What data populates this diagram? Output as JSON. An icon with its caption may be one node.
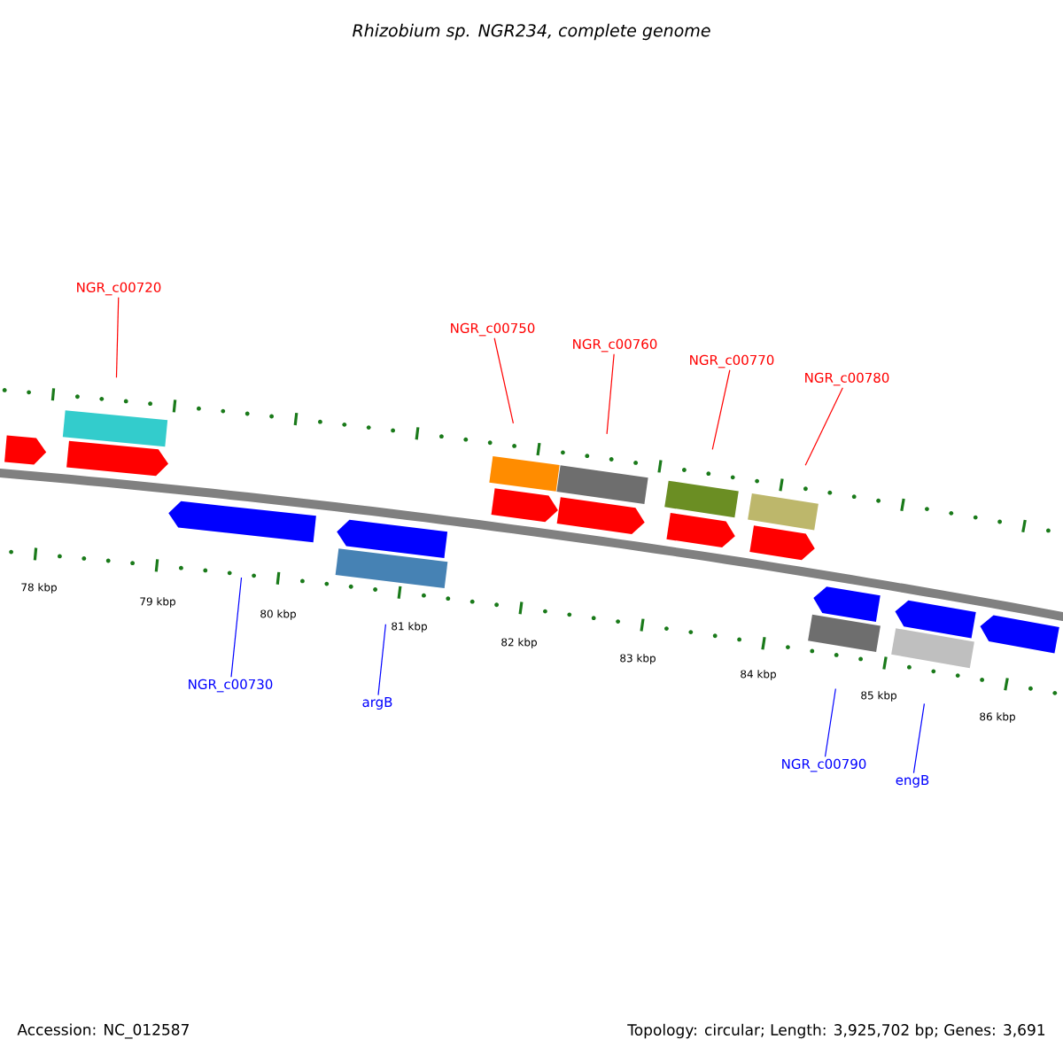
{
  "diagram": {
    "title": "Rhizobium sp. NGR234, complete genome",
    "nodes": [
      {
        "text": [
          "NGR_c00720"
        ]
      },
      {
        "text": [
          "NGR_c00750"
        ]
      },
      {
        "text": [
          "NGR_c00760"
        ]
      },
      {
        "text": [
          "NGR_c00770"
        ]
      },
      {
        "text": [
          "NGR_c00780"
        ]
      },
      {
        "text": [
          "NGR_c00730"
        ]
      },
      {
        "text": [
          "argB"
        ]
      },
      {
        "text": [
          "NGR_c00790"
        ]
      },
      {
        "text": [
          "engB"
        ]
      },
      {
        "text": [],
        "shape": "box"
      },
      {
        "text": [],
        "shape": "box"
      },
      {
        "text": [],
        "shape": "box"
      },
      {
        "text": [],
        "shape": "box"
      },
      {
        "text": [],
        "shape": "box"
      },
      {
        "text": [],
        "shape": "arrow"
      },
      {
        "text": [],
        "shape": "box"
      },
      {
        "text": [],
        "shape": "box"
      },
      {
        "text": [],
        "shape": "box"
      },
      {
        "text": [],
        "shape": "arrow"
      },
      {
        "text": [],
        "shape": "arrow"
      },
      {
        "text": [],
        "shape": "arrow"
      },
      {
        "text": [],
        "shape": "arrow"
      },
      {
        "text": [],
        "shape": "arrow"
      },
      {
        "text": [],
        "shape": "arrow"
      },
      {
        "text": [],
        "shape": "arrow"
      },
      {
        "text": [],
        "shape": "arrow"
      },
      {
        "text": [],
        "shape": "arrow"
      },
      {
        "text": [],
        "shape": "arrow"
      }
    ],
    "edges": [
      {
        "from": 0,
        "to": 9,
        "arrow": "none"
      },
      {
        "from": 1,
        "to": 10,
        "arrow": "none"
      },
      {
        "from": 2,
        "to": 11,
        "arrow": "none"
      },
      {
        "from": 3,
        "to": 12,
        "arrow": "none"
      },
      {
        "from": 4,
        "to": 13,
        "arrow": "none"
      },
      {
        "from": 5,
        "to": 14,
        "arrow": "none",
        "color": "#0000ff"
      },
      {
        "from": 6,
        "to": 15,
        "arrow": "none",
        "color": "#0000ff"
      },
      {
        "from": 7,
        "to": 16,
        "arrow": "none",
        "color": "#0000ff"
      },
      {
        "from": 8,
        "to": 17,
        "arrow": "none",
        "color": "#0000ff"
      }
    ],
    "labels": [
      "78 kbp",
      "79 kbp",
      "80 kbp",
      "81 kbp",
      "82 kbp",
      "83 kbp",
      "84 kbp",
      "85 kbp",
      "86 kbp",
      "Accession: NC_012587",
      "Topology: circular; Length: 3,925,702 bp; Genes: 3,691"
    ]
  }
}
